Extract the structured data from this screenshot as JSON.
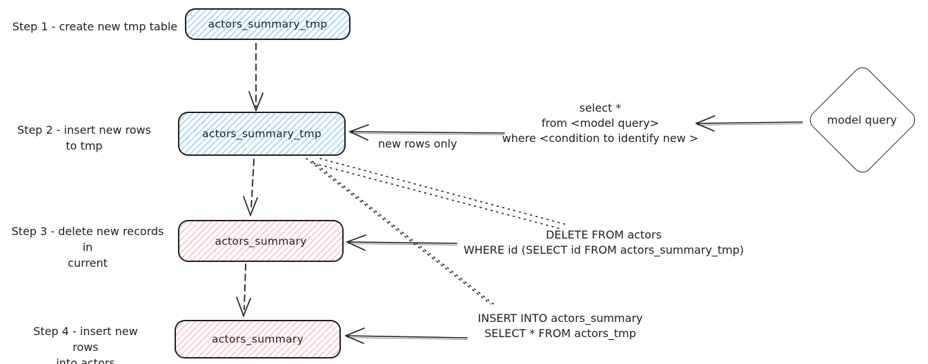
{
  "colors": {
    "stroke": "#1e1e1e",
    "blue_hatch": "#a5d8ff",
    "red_hatch": "#ffc9c9"
  },
  "steps": [
    {
      "label": [
        "Step 1 - create new tmp table",
        ""
      ],
      "node": "actors_summary_tmp",
      "color": "blue"
    },
    {
      "label": [
        "Step 2 - insert new rows",
        "to tmp"
      ],
      "node": "actors_summary_tmp",
      "color": "blue"
    },
    {
      "label": [
        "Step 3 - delete new records in",
        "current"
      ],
      "node": "actors_summary",
      "color": "red"
    },
    {
      "label": [
        "Step 4 - insert new rows",
        "into actors"
      ],
      "node": "actors_summary",
      "color": "red"
    }
  ],
  "annotations": {
    "model_query_sql": [
      "select *",
      "from <model query>",
      "where <condition to identify new >"
    ],
    "new_rows_label": "new rows only",
    "delete_sql": [
      "DELETE FROM actors",
      "WHERE id (SELECT id FROM actors_summary_tmp)"
    ],
    "insert_sql": [
      "INSERT INTO actors_summary",
      "SELECT * FROM actors_tmp"
    ],
    "model_query_node": "model query"
  }
}
